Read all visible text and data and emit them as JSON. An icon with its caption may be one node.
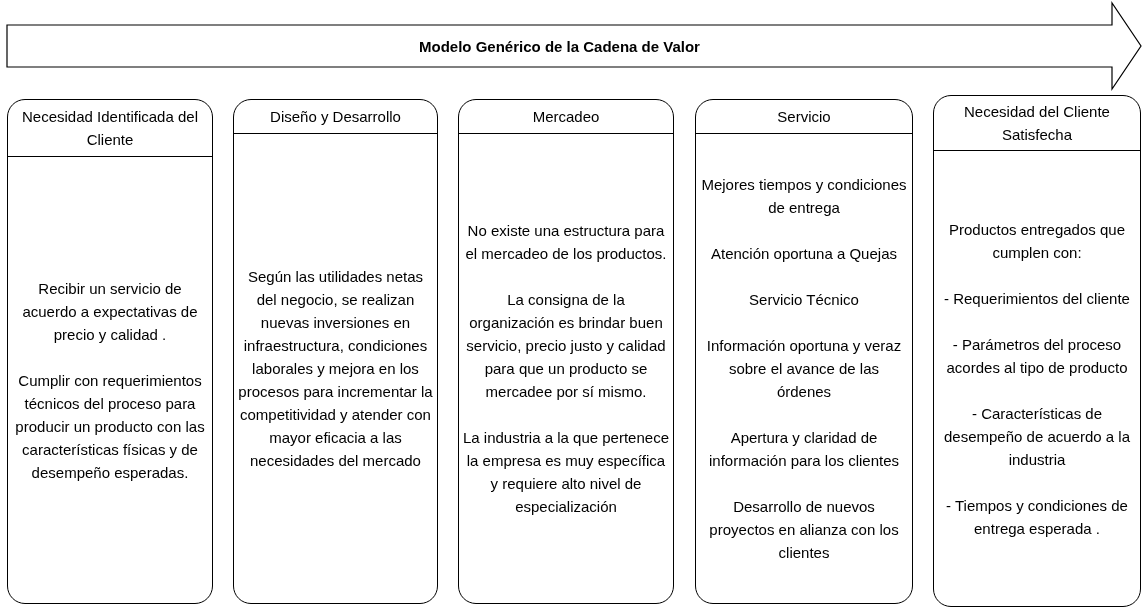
{
  "diagram": {
    "nodes": [
      {
        "text": [
          "Modelo Genérico de la Cadena de Valor"
        ]
      },
      {
        "text": [
          "Necesidad Identificada del Cliente",
          "Recibir un servicio  de acuerdo a expectativas de precio y calidad .",
          "Cumplir con requerimientos técnicos del proceso para producir un producto con las características físicas y de desempeño esperadas."
        ]
      },
      {
        "text": [
          "Diseño y Desarrollo",
          "Según las utilidades netas del negocio, se realizan nuevas inversiones en infraestructura, condiciones laborales y mejora en los procesos para incrementar la competitividad y atender con mayor eficacia a las necesidades del mercado"
        ]
      },
      {
        "text": [
          "Mercadeo",
          "No existe una estructura para el mercadeo de los productos.",
          "La consigna de la organización es brindar buen servicio, precio justo y calidad para que un producto se mercadee por sí mismo.",
          "La industria a la que pertenece la empresa es muy específica y requiere alto nivel de especialización"
        ]
      },
      {
        "text": [
          "Servicio",
          "Mejores tiempos y condiciones de entrega",
          "Atención oportuna a Quejas",
          "Servicio Técnico",
          "Información oportuna y veraz sobre el avance de las órdenes",
          "Apertura y claridad de información para los clientes",
          "Desarrollo de nuevos proyectos en alianza con los clientes"
        ]
      },
      {
        "text": [
          "Necesidad del Cliente Satisfecha",
          "Productos entregados que cumplen con:",
          "- Requerimientos del cliente",
          "- Parámetros del proceso acordes al tipo de producto",
          "- Características de desempeño de acuerdo a la industria",
          "- Tiempos y condiciones de entrega esperada ."
        ]
      }
    ],
    "edges": []
  }
}
